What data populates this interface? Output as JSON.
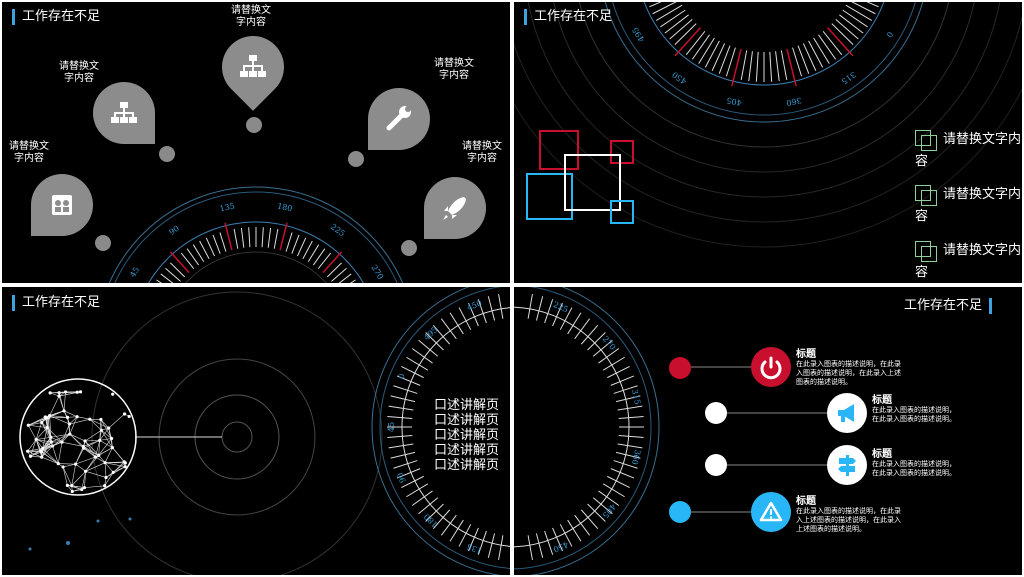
{
  "panel1": {
    "title": "工作存在不足",
    "items": [
      {
        "label": "请替换文\n字内容",
        "icon": "presentation-icon"
      },
      {
        "label": "请替换文\n字内容",
        "icon": "org-chart-icon"
      },
      {
        "label": "请替换文\n字内容",
        "icon": "hierarchy-icon"
      },
      {
        "label": "请替换文\n字内容",
        "icon": "wrench-icon"
      },
      {
        "label": "请替换文\n字内容",
        "icon": "rocket-icon"
      }
    ],
    "dial_numbers": [
      "45",
      "90",
      "135",
      "180",
      "225",
      "270"
    ]
  },
  "panel2": {
    "title": "工作存在不足",
    "list": [
      "请替换文字内容",
      "请替换文字内容",
      "请替换文字内容"
    ],
    "dial_numbers": [
      "0",
      "315",
      "360",
      "405",
      "450",
      "495"
    ]
  },
  "panel3": {
    "title": "工作存在不足",
    "oral_lines": [
      "口述讲解页",
      "口述讲解页",
      "口述讲解页",
      "口述讲解页",
      "口述讲解页"
    ],
    "dial_numbers": [
      "135",
      "180",
      "90",
      "45",
      "0",
      "495",
      "450"
    ]
  },
  "panel4": {
    "title": "工作存在不足",
    "dial_numbers": [
      "225",
      "270",
      "315",
      "360",
      "405",
      "450"
    ],
    "rows": [
      {
        "title": "标题",
        "desc": "在此录入图表的描述说明，在此录\n入图表的描述说明，在此录入上述\n图表的描述说明。",
        "icon": "power-icon",
        "color": "#c8102e"
      },
      {
        "title": "标题",
        "desc": "在此录入图表的描述说明，\n在此录入图表的描述说明。",
        "icon": "megaphone-icon",
        "color": "#ffffff"
      },
      {
        "title": "标题",
        "desc": "在此录入图表的描述说明，\n在此录入图表的描述说明。",
        "icon": "signpost-icon",
        "color": "#ffffff"
      },
      {
        "title": "标题",
        "desc": "在此录入图表的描述说明，在此录\n入上述图表的描述说明，在此录入\n上述图表的描述说明。",
        "icon": "warning-icon",
        "color": "#29b6f6"
      }
    ]
  }
}
